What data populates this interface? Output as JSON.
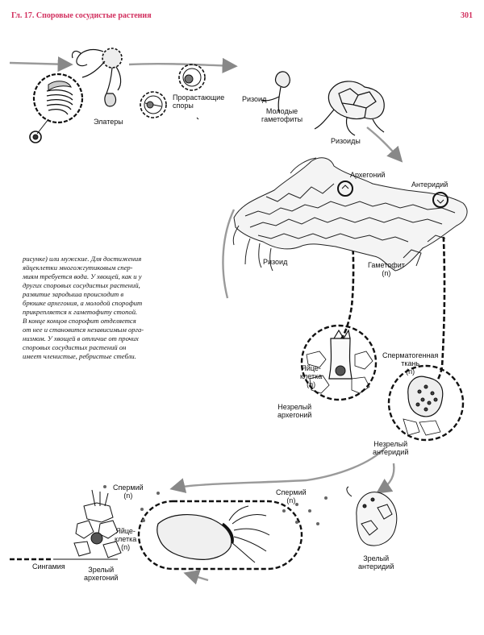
{
  "header": {
    "chapter_title": "Гл. 17. Споровые сосудистые растения",
    "page_number": "301"
  },
  "labels": {
    "elaters": "Элатеры",
    "germinating_spores": [
      "Прорастающие",
      "споры"
    ],
    "rhizoid_top": "Ризоид",
    "young_gametophytes": [
      "Молодые",
      "гаметофиты"
    ],
    "rhizoids": "Ризоиды",
    "archegonium": "Архегоний",
    "antheridium": "Антеридий",
    "rhizoid_bottom": "Ризоид",
    "gametophyte": [
      "Гаметофит",
      "(n)"
    ],
    "egg_cell": [
      "Яйце-",
      "клетка",
      "(n)"
    ],
    "spermatogenous_tissue": [
      "Сперматогенная",
      "ткань",
      "(n)"
    ],
    "immature_archegonium": [
      "Незрелый",
      "архегоний"
    ],
    "immature_antheridium": [
      "Незрелый",
      "антеридий"
    ],
    "sperm_left": [
      "Спермий",
      "(n)"
    ],
    "sperm_right": [
      "Спермий",
      "(n)"
    ],
    "egg_cell_bottom": [
      "Яйце-",
      "клетка",
      "(n)"
    ],
    "mature_archegonium": [
      "Зрелый",
      "архегоний"
    ],
    "mature_antheridium": [
      "Зрелый",
      "антеридий"
    ],
    "syngamy": "Сингамия"
  },
  "body_text": [
    "рисунке) или мужские. Для достижения",
    "яйцеклетки многожгутиковым спер-",
    "миям требуется вода. У хвощей, как и у",
    "других споровых сосудистых растений,",
    "развитие зародыша происходит в",
    "брюшке архегония, а молодой спорофит",
    "прикрепляется к гаметофиту стопой.",
    "В конце концов спорофит отделяется",
    "от нее и становится независимым орга-",
    "низмом. У хвощей в отличие от прочих",
    "споровых сосудистых растений он",
    "имеет членистые, ребристые стебли."
  ]
}
